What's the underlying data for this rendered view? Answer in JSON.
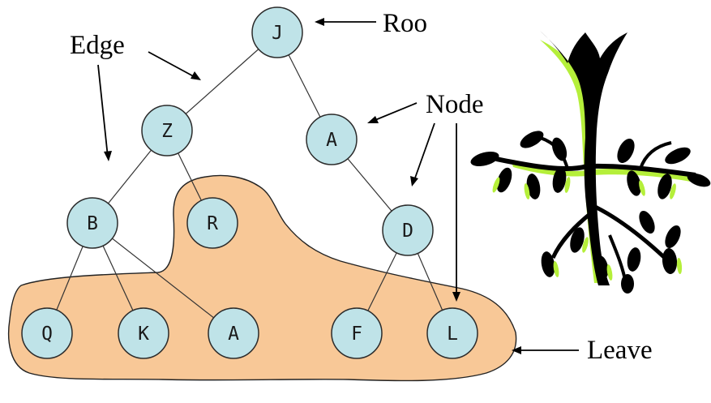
{
  "nodes": [
    {
      "id": "J",
      "label": "J"
    },
    {
      "id": "Z",
      "label": "Z"
    },
    {
      "id": "A1",
      "label": "A"
    },
    {
      "id": "B",
      "label": "B"
    },
    {
      "id": "R",
      "label": "R"
    },
    {
      "id": "D",
      "label": "D"
    },
    {
      "id": "Q",
      "label": "Q"
    },
    {
      "id": "K",
      "label": "K"
    },
    {
      "id": "A2",
      "label": "A"
    },
    {
      "id": "F",
      "label": "F"
    },
    {
      "id": "L",
      "label": "L"
    }
  ],
  "edges": [
    [
      "J",
      "Z"
    ],
    [
      "J",
      "A1"
    ],
    [
      "Z",
      "B"
    ],
    [
      "Z",
      "R"
    ],
    [
      "A1",
      "D"
    ],
    [
      "B",
      "Q"
    ],
    [
      "B",
      "K"
    ],
    [
      "B",
      "A2"
    ],
    [
      "D",
      "F"
    ],
    [
      "D",
      "L"
    ]
  ],
  "annotations": {
    "root": "Roo",
    "edge": "Edge",
    "node": "Node",
    "leave": "Leave"
  },
  "colors": {
    "node_fill": "#bfe3e8",
    "leaf_region": "#f8c897",
    "tree_black": "#000000",
    "tree_highlight": "#b5ef3a"
  },
  "icons": {
    "tree_illustration": "tree-roots-icon"
  }
}
